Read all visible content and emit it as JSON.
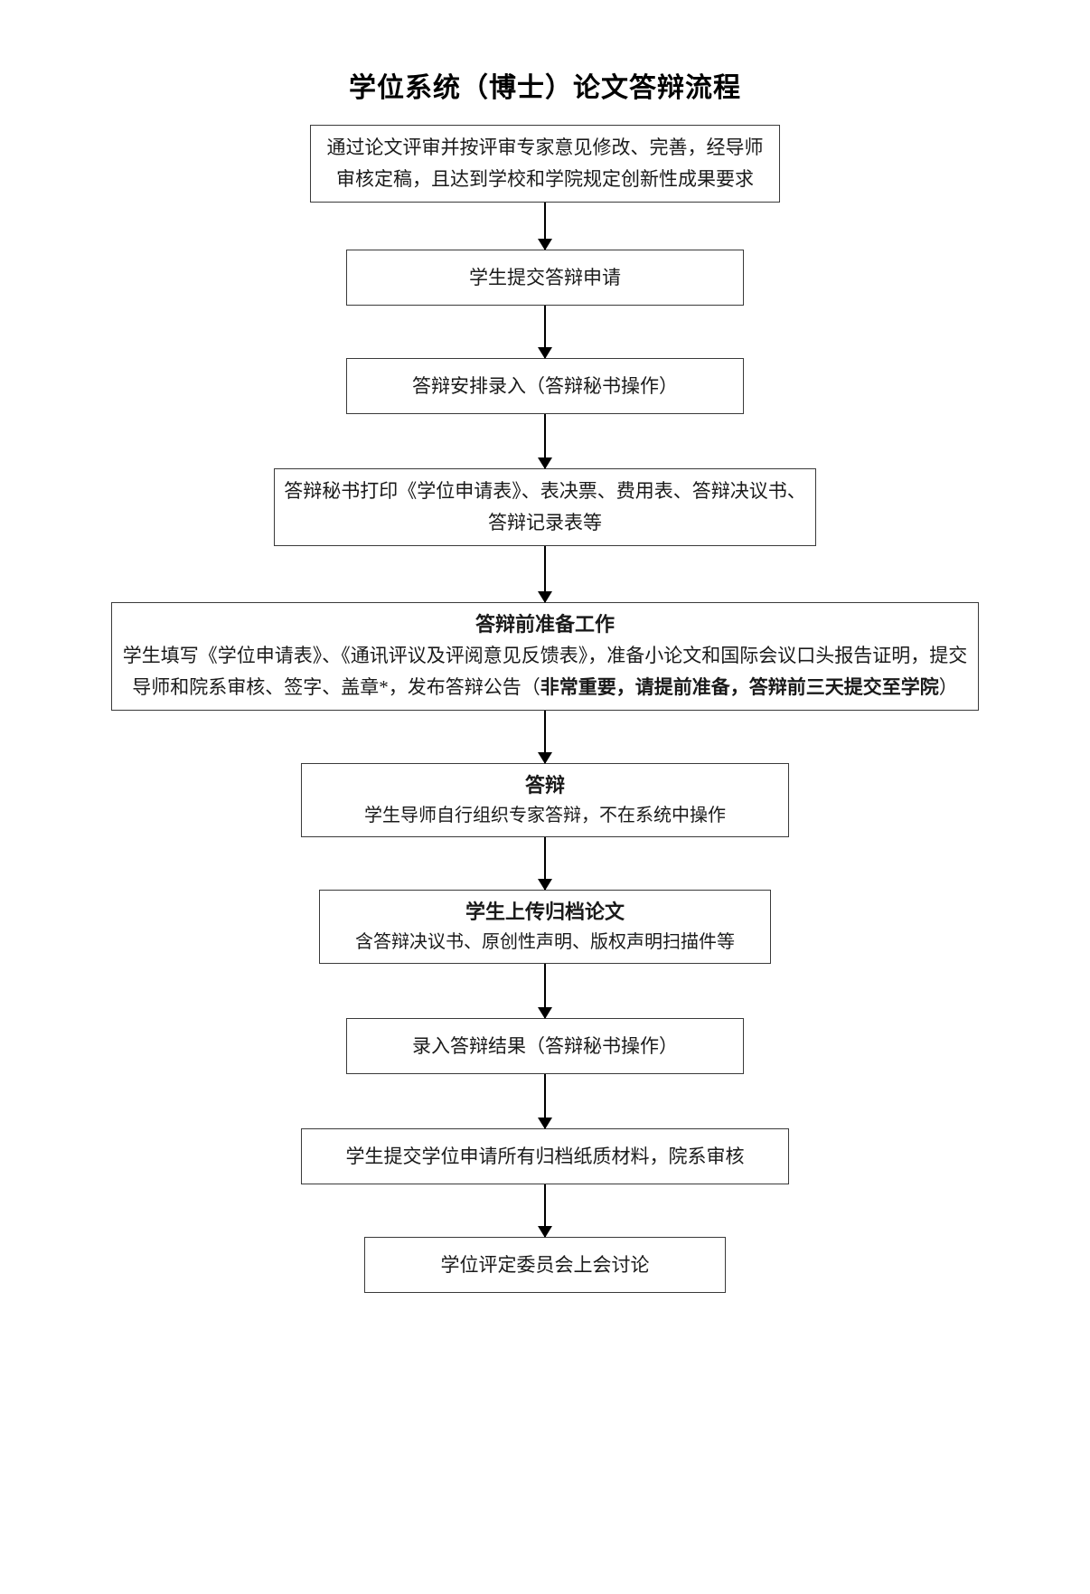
{
  "title": "学位系统（博士）论文答辩流程",
  "nodes": [
    {
      "id": "thesis-review-passed",
      "lines": [
        "通过论文评审并按评审专家意见修改、完善，经导师",
        "审核定稿，且达到学校和学院规定创新性成果要求"
      ]
    },
    {
      "id": "student-submit-defense-application",
      "lines": [
        "学生提交答辩申请"
      ]
    },
    {
      "id": "defense-arrangement-entry",
      "lines": [
        "答辩安排录入（答辩秘书操作）"
      ]
    },
    {
      "id": "secretary-print-forms",
      "lines": [
        "答辩秘书打印《学位申请表》、表决票、费用表、答辩决议书、",
        "答辩记录表等"
      ]
    },
    {
      "id": "pre-defense-preparation",
      "heading": "答辩前准备工作",
      "body_line1_a": "学生填写《学位申请表》、《通讯评议及评阅意见反馈表》，准备小论文和国际会议口头报告证明，提交",
      "body_line2_a": "导师和院系审核、签字、盖章*，发布答辩公告（",
      "body_line2_bold": "非常重要，请提前准备，答辩前三天提交至学院",
      "body_line2_b": "）"
    },
    {
      "id": "defense",
      "heading": "答辩",
      "sub": "学生导师自行组织专家答辩，不在系统中操作"
    },
    {
      "id": "student-upload-archived-thesis",
      "heading": "学生上传归档论文",
      "sub": "含答辩决议书、原创性声明、版权声明扫描件等"
    },
    {
      "id": "enter-defense-result",
      "lines": [
        "录入答辩结果（答辩秘书操作）"
      ]
    },
    {
      "id": "submit-paper-materials",
      "lines": [
        "学生提交学位申请所有归档纸质材料，院系审核"
      ]
    },
    {
      "id": "degree-committee-discussion",
      "lines": [
        "学位评定委员会上会讨论"
      ]
    }
  ]
}
